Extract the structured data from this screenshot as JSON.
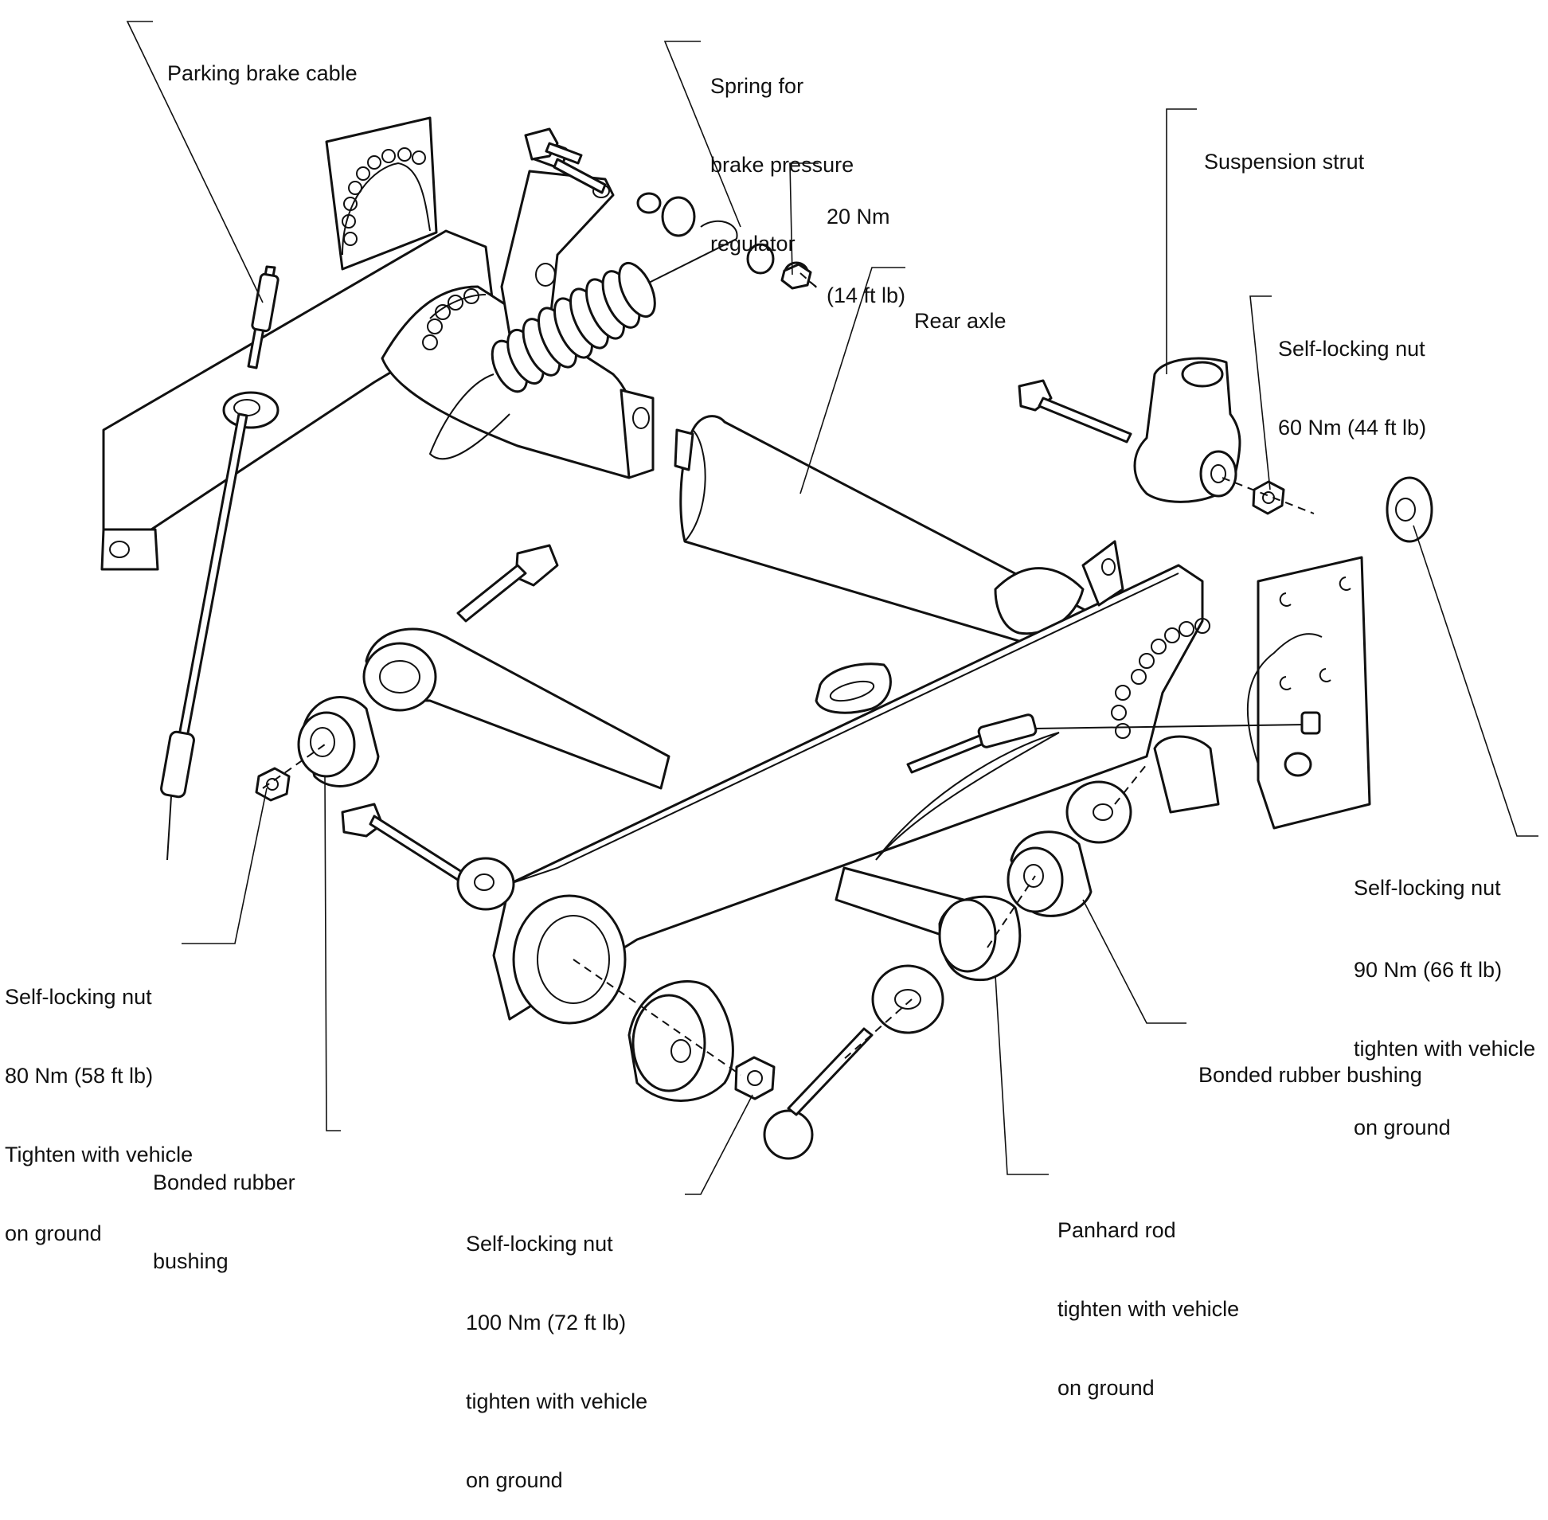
{
  "labels": {
    "parking_brake_cable": "Parking brake cable",
    "spring_line1": "Spring for",
    "spring_line2": "brake pressure",
    "spring_line3": "regulator",
    "torque20_line1": "20 Nm",
    "torque20_line2": "(14 ft lb)",
    "suspension_strut": "Suspension strut",
    "rear_axle": "Rear axle",
    "nut60_line1": "Self-locking nut",
    "nut60_line2": "60 Nm (44 ft lb)",
    "nut90_line1": "Self-locking nut",
    "nut90_line2": "90 Nm (66 ft lb)",
    "nut90_line3": "tighten with vehicle",
    "nut90_line4": "on ground",
    "nut80_line1": "Self-locking nut",
    "nut80_line2": "80 Nm (58 ft lb)",
    "nut80_line3": "Tighten with vehicle",
    "nut80_line4": "on ground",
    "bushing_right": "Bonded rubber bushing",
    "bushing_left_line1": "Bonded rubber",
    "bushing_left_line2": "bushing",
    "nut100_line1": "Self-locking nut",
    "nut100_line2": "100 Nm (72 ft lb)",
    "nut100_line3": "tighten with vehicle",
    "nut100_line4": "on ground",
    "panhard_line1": "Panhard rod",
    "panhard_line2": "tighten with vehicle",
    "panhard_line3": "on ground"
  }
}
